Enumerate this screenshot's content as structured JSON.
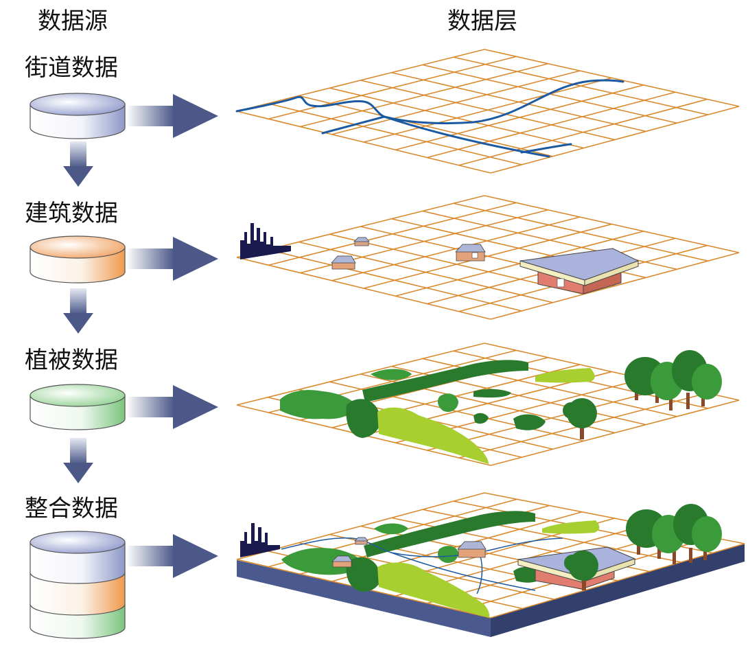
{
  "headers": {
    "sources": "数据源",
    "layers": "数据层"
  },
  "sources": [
    {
      "label": "街道数据",
      "color": "#9ea6d6"
    },
    {
      "label": "建筑数据",
      "color": "#f3ae6e"
    },
    {
      "label": "植被数据",
      "color": "#9fd7a0"
    },
    {
      "label": "整合数据",
      "color": "#9ea6d6"
    }
  ],
  "colors": {
    "grid": "#d98a2e",
    "street": "#1b5aa0",
    "arrow": "#4b5888",
    "base": "#4a5a8e",
    "tree_dark": "#2a7a2e",
    "tree_mid": "#3b9a3a",
    "tree_light": "#a7cf2f",
    "building_wall": "#e07d6e",
    "building_roof": "#f3eec2"
  },
  "icons": [
    "database-cylinder-icon",
    "arrow-right-icon",
    "arrow-down-icon",
    "factory-icon",
    "house-icon",
    "tree-icon"
  ]
}
